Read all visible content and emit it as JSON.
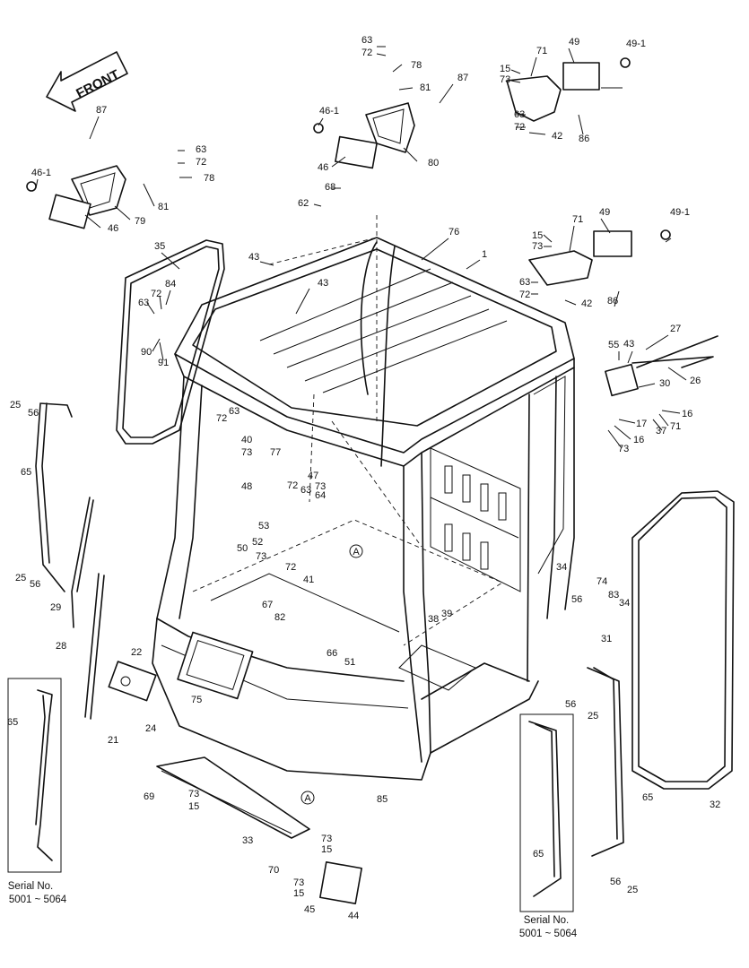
{
  "front_arrow_label": "FRONT",
  "section_marker": "A",
  "serial_boxes": [
    {
      "title": "Serial No.",
      "range": "5001 ~ 5064",
      "part": "65"
    },
    {
      "title": "Serial No.",
      "range": "5001 ~ 5064",
      "part": "65"
    }
  ],
  "callouts": [
    "63",
    "72",
    "78",
    "81",
    "87",
    "80",
    "46-1",
    "46",
    "87",
    "46-1",
    "46",
    "79",
    "81",
    "63",
    "72",
    "78",
    "15",
    "73",
    "71",
    "49",
    "49-1",
    "63",
    "72",
    "42",
    "86",
    "68",
    "62",
    "76",
    "1",
    "43",
    "43",
    "15",
    "73",
    "71",
    "49",
    "49-1",
    "63",
    "72",
    "42",
    "86",
    "35",
    "84",
    "72",
    "63",
    "90",
    "91",
    "27",
    "26",
    "55",
    "43",
    "30",
    "16",
    "71",
    "37",
    "17",
    "16",
    "73",
    "25",
    "56",
    "65",
    "72",
    "63",
    "40",
    "73",
    "77",
    "48",
    "47",
    "73",
    "64",
    "63",
    "72",
    "53",
    "50",
    "52",
    "73",
    "29",
    "28",
    "22",
    "24",
    "21",
    "75",
    "25",
    "56",
    "72",
    "41",
    "67",
    "82",
    "66",
    "51",
    "38",
    "39",
    "34",
    "56",
    "74",
    "83",
    "34",
    "31",
    "56",
    "25",
    "65",
    "32",
    "69",
    "73",
    "15",
    "33",
    "73",
    "15",
    "70",
    "73",
    "15",
    "45",
    "44",
    "85",
    "56",
    "25",
    "65",
    "65",
    "65"
  ]
}
